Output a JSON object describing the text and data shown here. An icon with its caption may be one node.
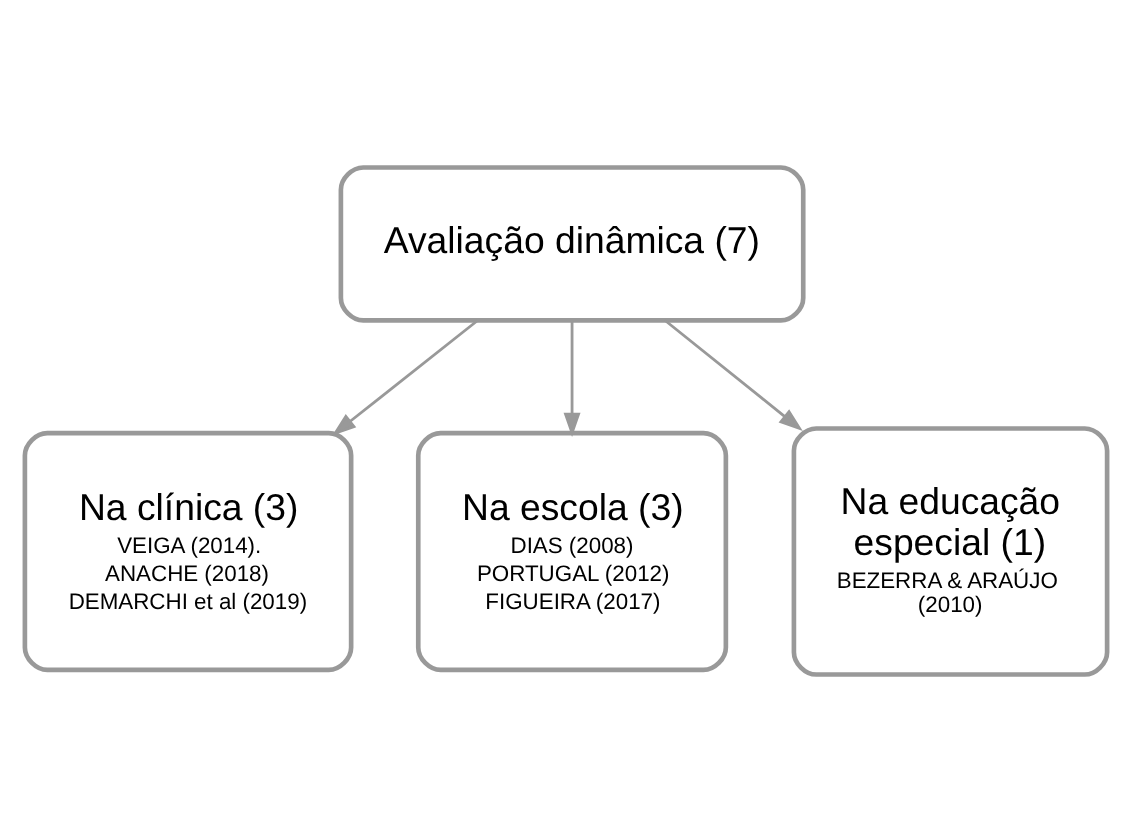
{
  "diagram": {
    "nodes": [
      {
        "text": [
          "Avaliação dinâmica (7)"
        ]
      },
      {
        "text": [
          "Na clínica (3)",
          "VEIGA (2014).",
          "ANACHE (2018)",
          "DEMARCHI et al (2019)"
        ]
      },
      {
        "text": [
          "Na escola (3)",
          "DIAS (2008)",
          "PORTUGAL (2012)",
          "FIGUEIRA (2017)"
        ]
      },
      {
        "text": [
          "Na educação especial (1)",
          "BEZERRA & ARAÚJO (2010)"
        ]
      }
    ],
    "edges": [
      {
        "from": 0,
        "to": 1,
        "arrow": "to"
      },
      {
        "from": 0,
        "to": 2,
        "arrow": "to"
      },
      {
        "from": 0,
        "to": 3,
        "arrow": "to"
      }
    ]
  }
}
